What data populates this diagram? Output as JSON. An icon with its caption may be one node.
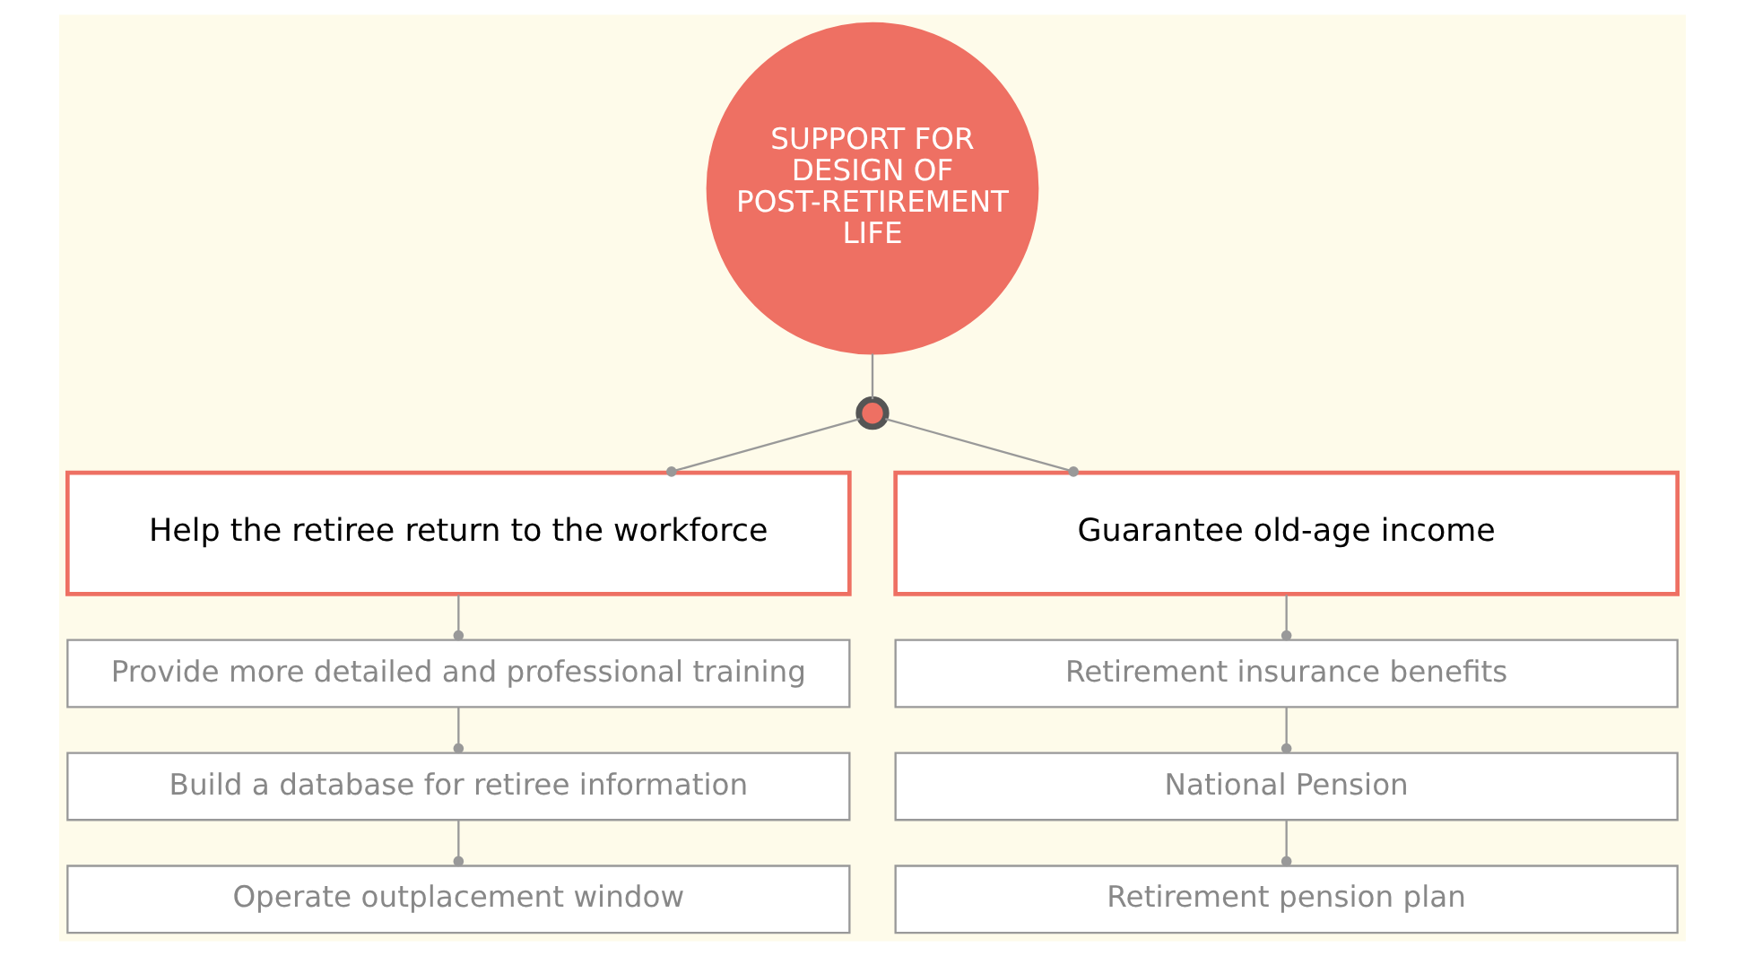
{
  "diagram": {
    "nodes": [
      {
        "text": [
          "SUPPORT FOR DESIGN OF POST-RETIREMENT LIFE"
        ]
      },
      {
        "text": [],
        "shape": "circle"
      },
      {
        "text": [
          "Help the retiree return to the workforce"
        ]
      },
      {
        "text": [
          "Guarantee old-age income"
        ]
      },
      {
        "text": [
          "Provide more detailed and professional training"
        ]
      },
      {
        "text": [
          "Build a database for retiree information"
        ]
      },
      {
        "text": [
          "Operate outplacement window"
        ]
      },
      {
        "text": [
          "Retirement insurance benefits"
        ]
      },
      {
        "text": [
          "National Pension"
        ]
      },
      {
        "text": [
          "Retirement pension plan"
        ]
      }
    ],
    "edges": [
      {
        "from": 0,
        "to": 1,
        "arrow": "none"
      },
      {
        "from": 1,
        "to": 2,
        "arrow": "other"
      },
      {
        "from": 1,
        "to": 3,
        "arrow": "other"
      },
      {
        "from": 2,
        "to": 4,
        "arrow": "other"
      },
      {
        "from": 4,
        "to": 5,
        "arrow": "other"
      },
      {
        "from": 5,
        "to": 6,
        "arrow": "other"
      },
      {
        "from": 3,
        "to": 7,
        "arrow": "other"
      },
      {
        "from": 7,
        "to": 8,
        "arrow": "other"
      },
      {
        "from": 8,
        "to": 9,
        "arrow": "other"
      }
    ]
  }
}
